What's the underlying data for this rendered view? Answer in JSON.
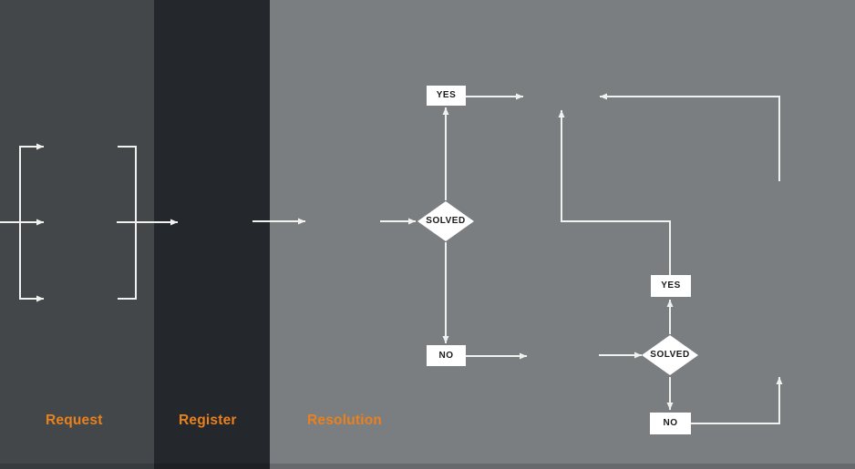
{
  "columns": [
    {
      "id": "request",
      "label": "Request"
    },
    {
      "id": "register",
      "label": "Register"
    },
    {
      "id": "resolution",
      "label": "Resolution"
    }
  ],
  "flows": {
    "flow1": {
      "decision": "SOLVED",
      "yes_label": "YES",
      "no_label": "NO"
    },
    "flow2": {
      "decision": "SOLVED",
      "yes_label": "YES",
      "no_label": "NO"
    }
  },
  "colors": {
    "column_request_bg": "#43474a",
    "column_register_bg": "#24272b",
    "column_resolution_bg": "#7b7e81",
    "accent_orange": "#e8811e",
    "line": "#f1f1ef",
    "node_bg": "#ffffff",
    "node_text": "#1a1a1a"
  }
}
